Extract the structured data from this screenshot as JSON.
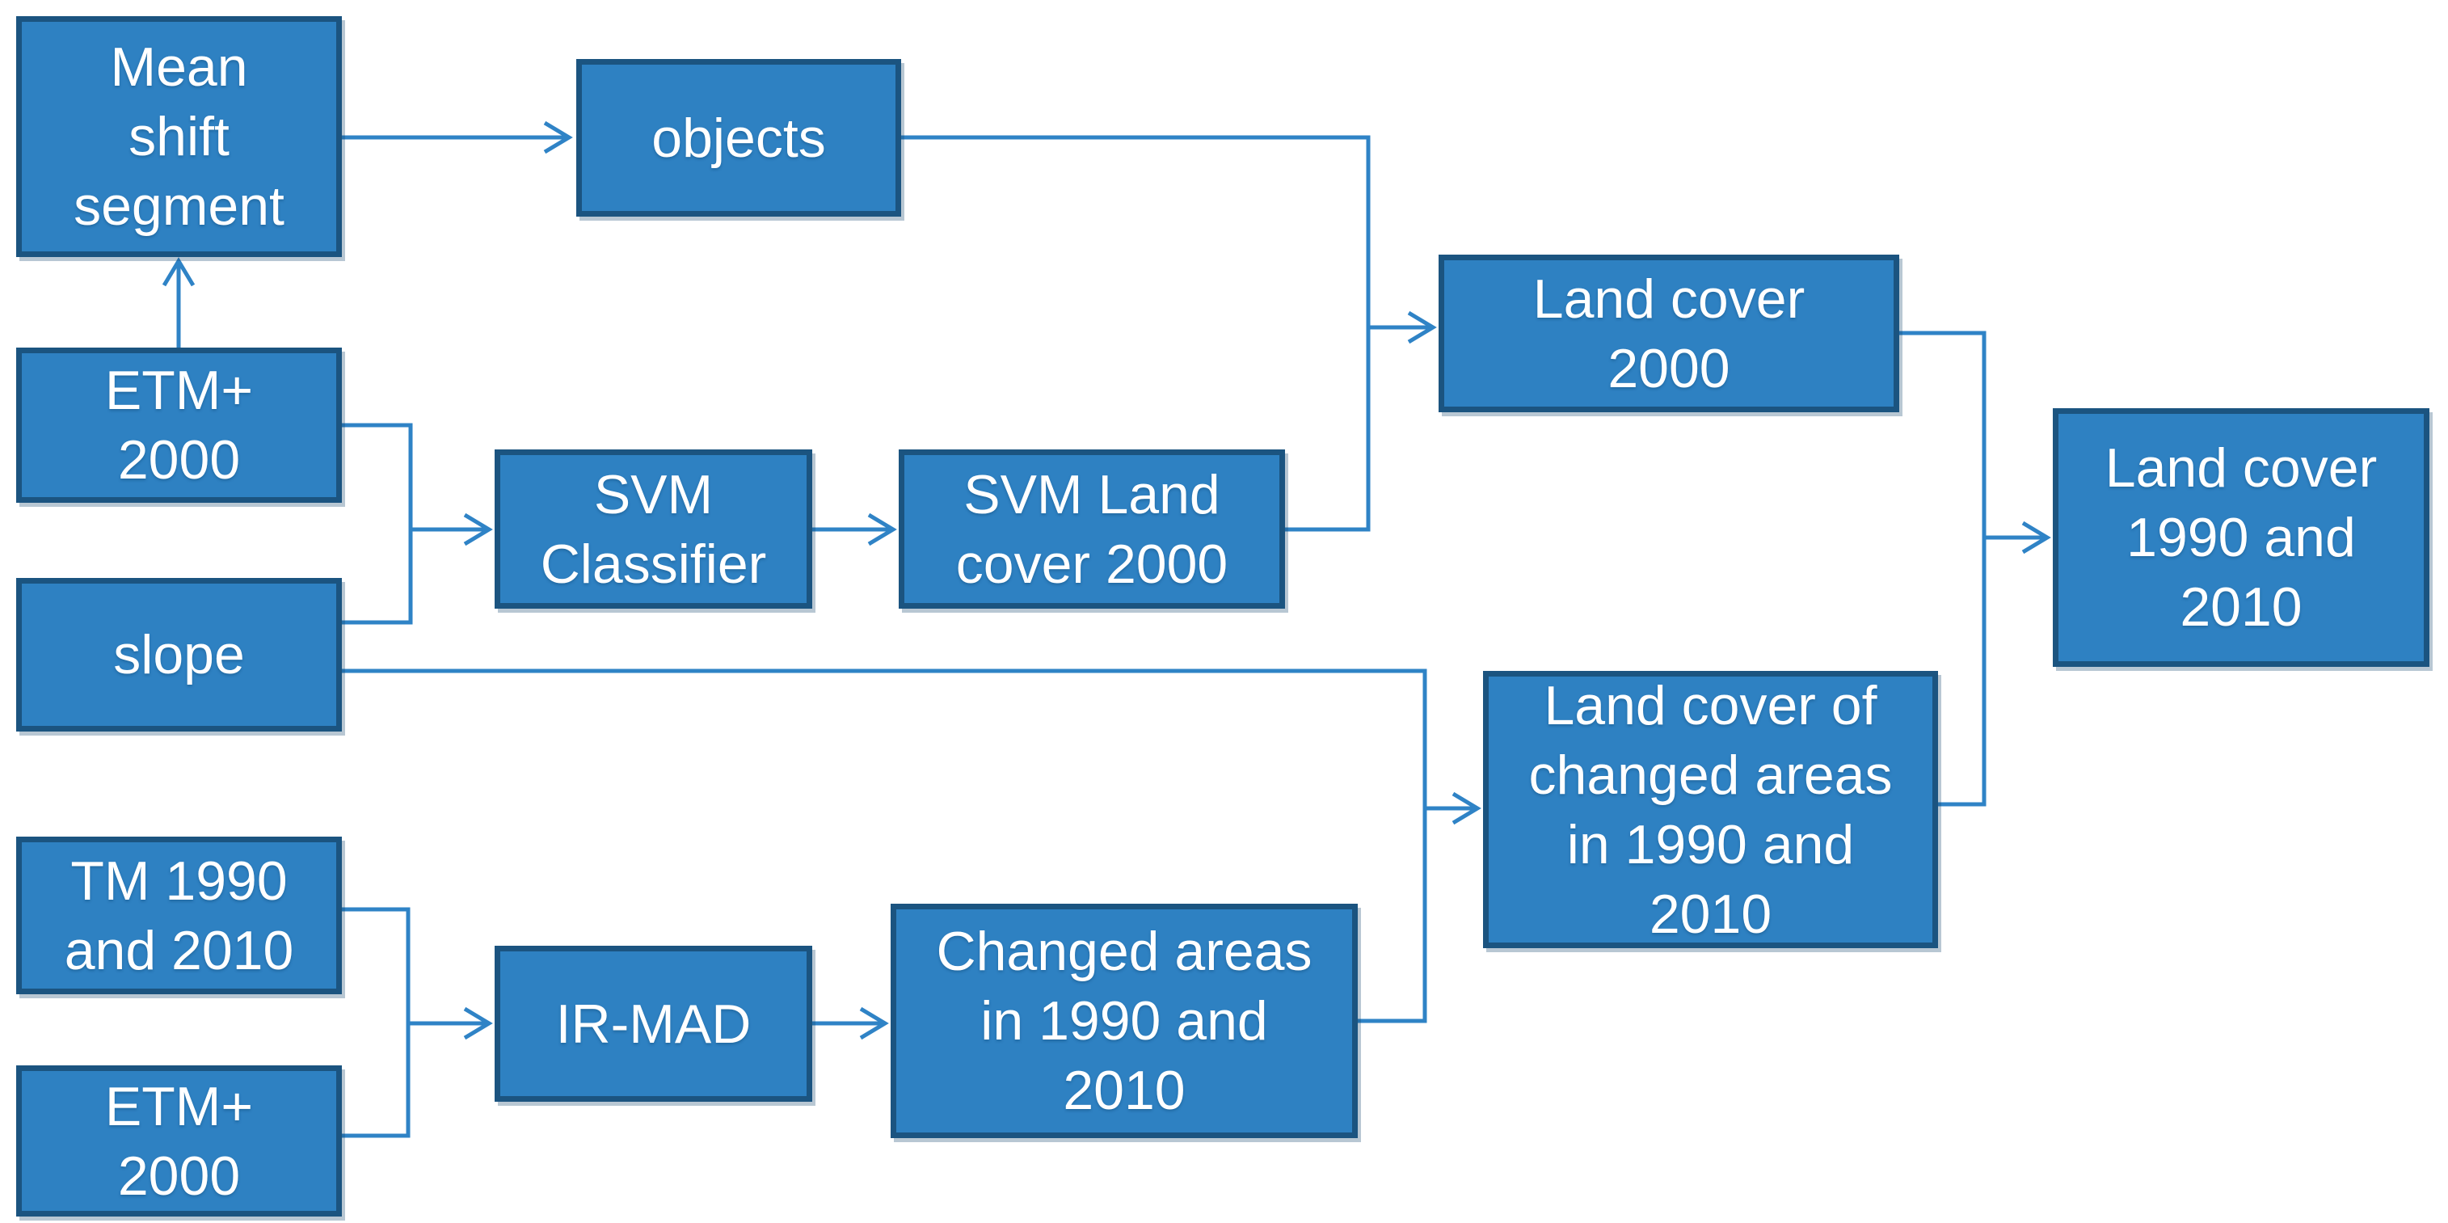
{
  "diagram": {
    "type": "flowchart",
    "background_color": "#ffffff",
    "colors": {
      "node_fill": "#2e81c2",
      "node_border": "#1b5480",
      "connector": "#2f83c6",
      "text": "#ffffff"
    },
    "nodes": [
      {
        "id": "mean-shift-segment",
        "label": "Mean\nshift\nsegment"
      },
      {
        "id": "objects",
        "label": "objects"
      },
      {
        "id": "etm-2000-top",
        "label": "ETM+\n2000"
      },
      {
        "id": "slope",
        "label": "slope"
      },
      {
        "id": "svm-classifier",
        "label": "SVM\nClassifier"
      },
      {
        "id": "svm-land-cover-2000",
        "label": "SVM Land\ncover 2000"
      },
      {
        "id": "land-cover-2000",
        "label": "Land cover\n2000"
      },
      {
        "id": "tm-1990-and-2010",
        "label": "TM 1990\nand 2010"
      },
      {
        "id": "etm-2000-bottom",
        "label": "ETM+\n2000"
      },
      {
        "id": "ir-mad",
        "label": "IR-MAD"
      },
      {
        "id": "changed-areas",
        "label": "Changed areas\nin 1990 and\n2010"
      },
      {
        "id": "land-cover-changed-areas",
        "label": "Land cover of\nchanged areas\nin 1990 and\n2010"
      },
      {
        "id": "land-cover-1990-2010",
        "label": "Land cover\n1990 and\n2010"
      }
    ],
    "edges": [
      {
        "from": "mean-shift-segment",
        "to": "objects"
      },
      {
        "from": "etm-2000-top",
        "to": "mean-shift-segment"
      },
      {
        "from": "etm-2000-top",
        "to": "svm-classifier"
      },
      {
        "from": "slope",
        "to": "svm-classifier"
      },
      {
        "from": "svm-classifier",
        "to": "svm-land-cover-2000"
      },
      {
        "from": "objects",
        "to": "land-cover-2000"
      },
      {
        "from": "svm-land-cover-2000",
        "to": "land-cover-2000"
      },
      {
        "from": "slope",
        "to": "land-cover-changed-areas"
      },
      {
        "from": "changed-areas",
        "to": "land-cover-changed-areas"
      },
      {
        "from": "tm-1990-and-2010",
        "to": "ir-mad"
      },
      {
        "from": "etm-2000-bottom",
        "to": "ir-mad"
      },
      {
        "from": "ir-mad",
        "to": "changed-areas"
      },
      {
        "from": "land-cover-2000",
        "to": "land-cover-1990-2010"
      },
      {
        "from": "land-cover-changed-areas",
        "to": "land-cover-1990-2010"
      }
    ]
  }
}
